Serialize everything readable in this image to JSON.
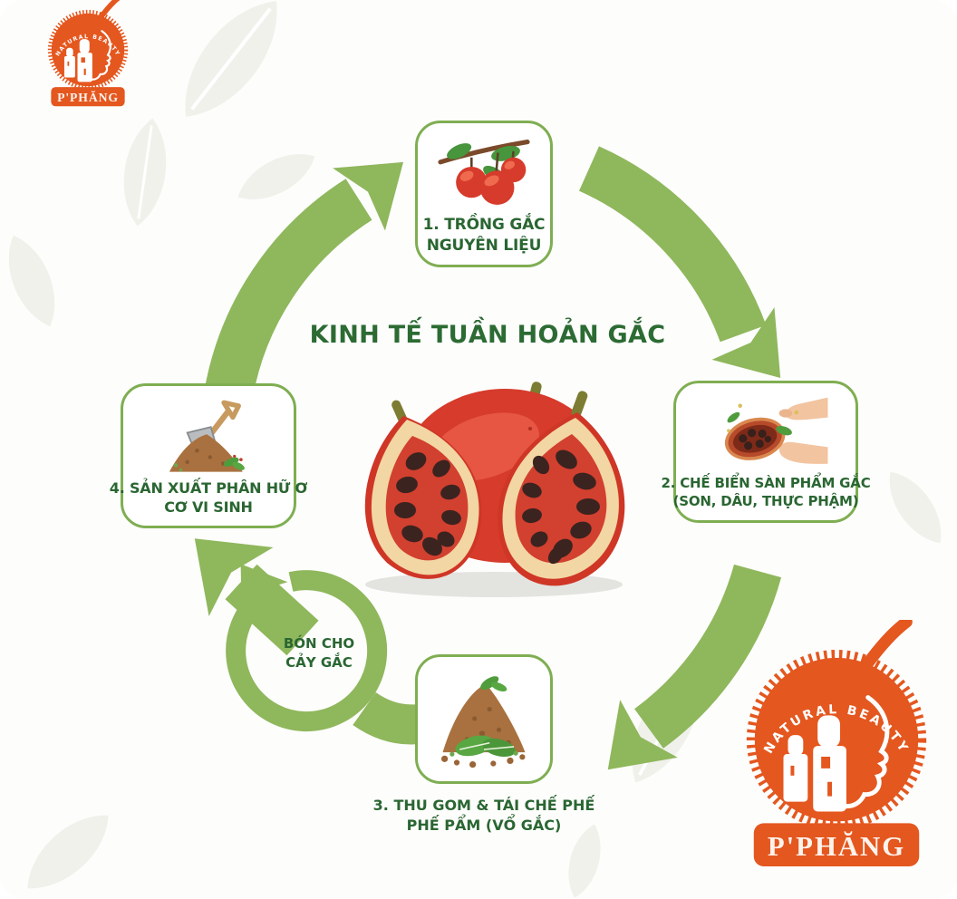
{
  "title": "KINH TẾ TUẦN HOẢN GẮC",
  "brand": {
    "name": "P'PHĂNG",
    "tagline": "NATURAL BEAUTY",
    "color": "#e4571f"
  },
  "colors": {
    "arrow_green": "#8fb75c",
    "box_border_green": "#7fae52",
    "text_green": "#2a6632",
    "title_green": "#2c6b33",
    "brand_orange": "#e4571f",
    "fruit_red": "#d63b2b",
    "seed_brown": "#3b2320",
    "soil_brown": "#a9713f"
  },
  "steps": [
    {
      "number": "1",
      "line1": "1. TRỒNG GẮC",
      "line2": "NGUYÊN LIỆU",
      "icon": "gac-fruit-branch-icon"
    },
    {
      "number": "2",
      "line1": "2. CHẾ BIỂN SÀN PHẨM GẮC",
      "line2": "(SON, DÂU, THỰC PHẬM)",
      "icon": "hands-processing-gac-icon"
    },
    {
      "number": "3",
      "line1": "3. THU GOM & TÁI CHẾ PHẾ",
      "line2": "PHẾ PẨM (VỔ GẮC)",
      "icon": "compost-pile-icon"
    },
    {
      "number": "4",
      "line1": "4. SẢN XUẤT PHÂN HỮ Ơ",
      "line2": "CƠ VI SINH",
      "icon": "shovel-soil-icon"
    }
  ],
  "loop_label": {
    "line1": "BÓN CHO",
    "line2": "CẢY GẮC"
  },
  "center_illustration": "gac-fruits-whole-and-cut-open"
}
